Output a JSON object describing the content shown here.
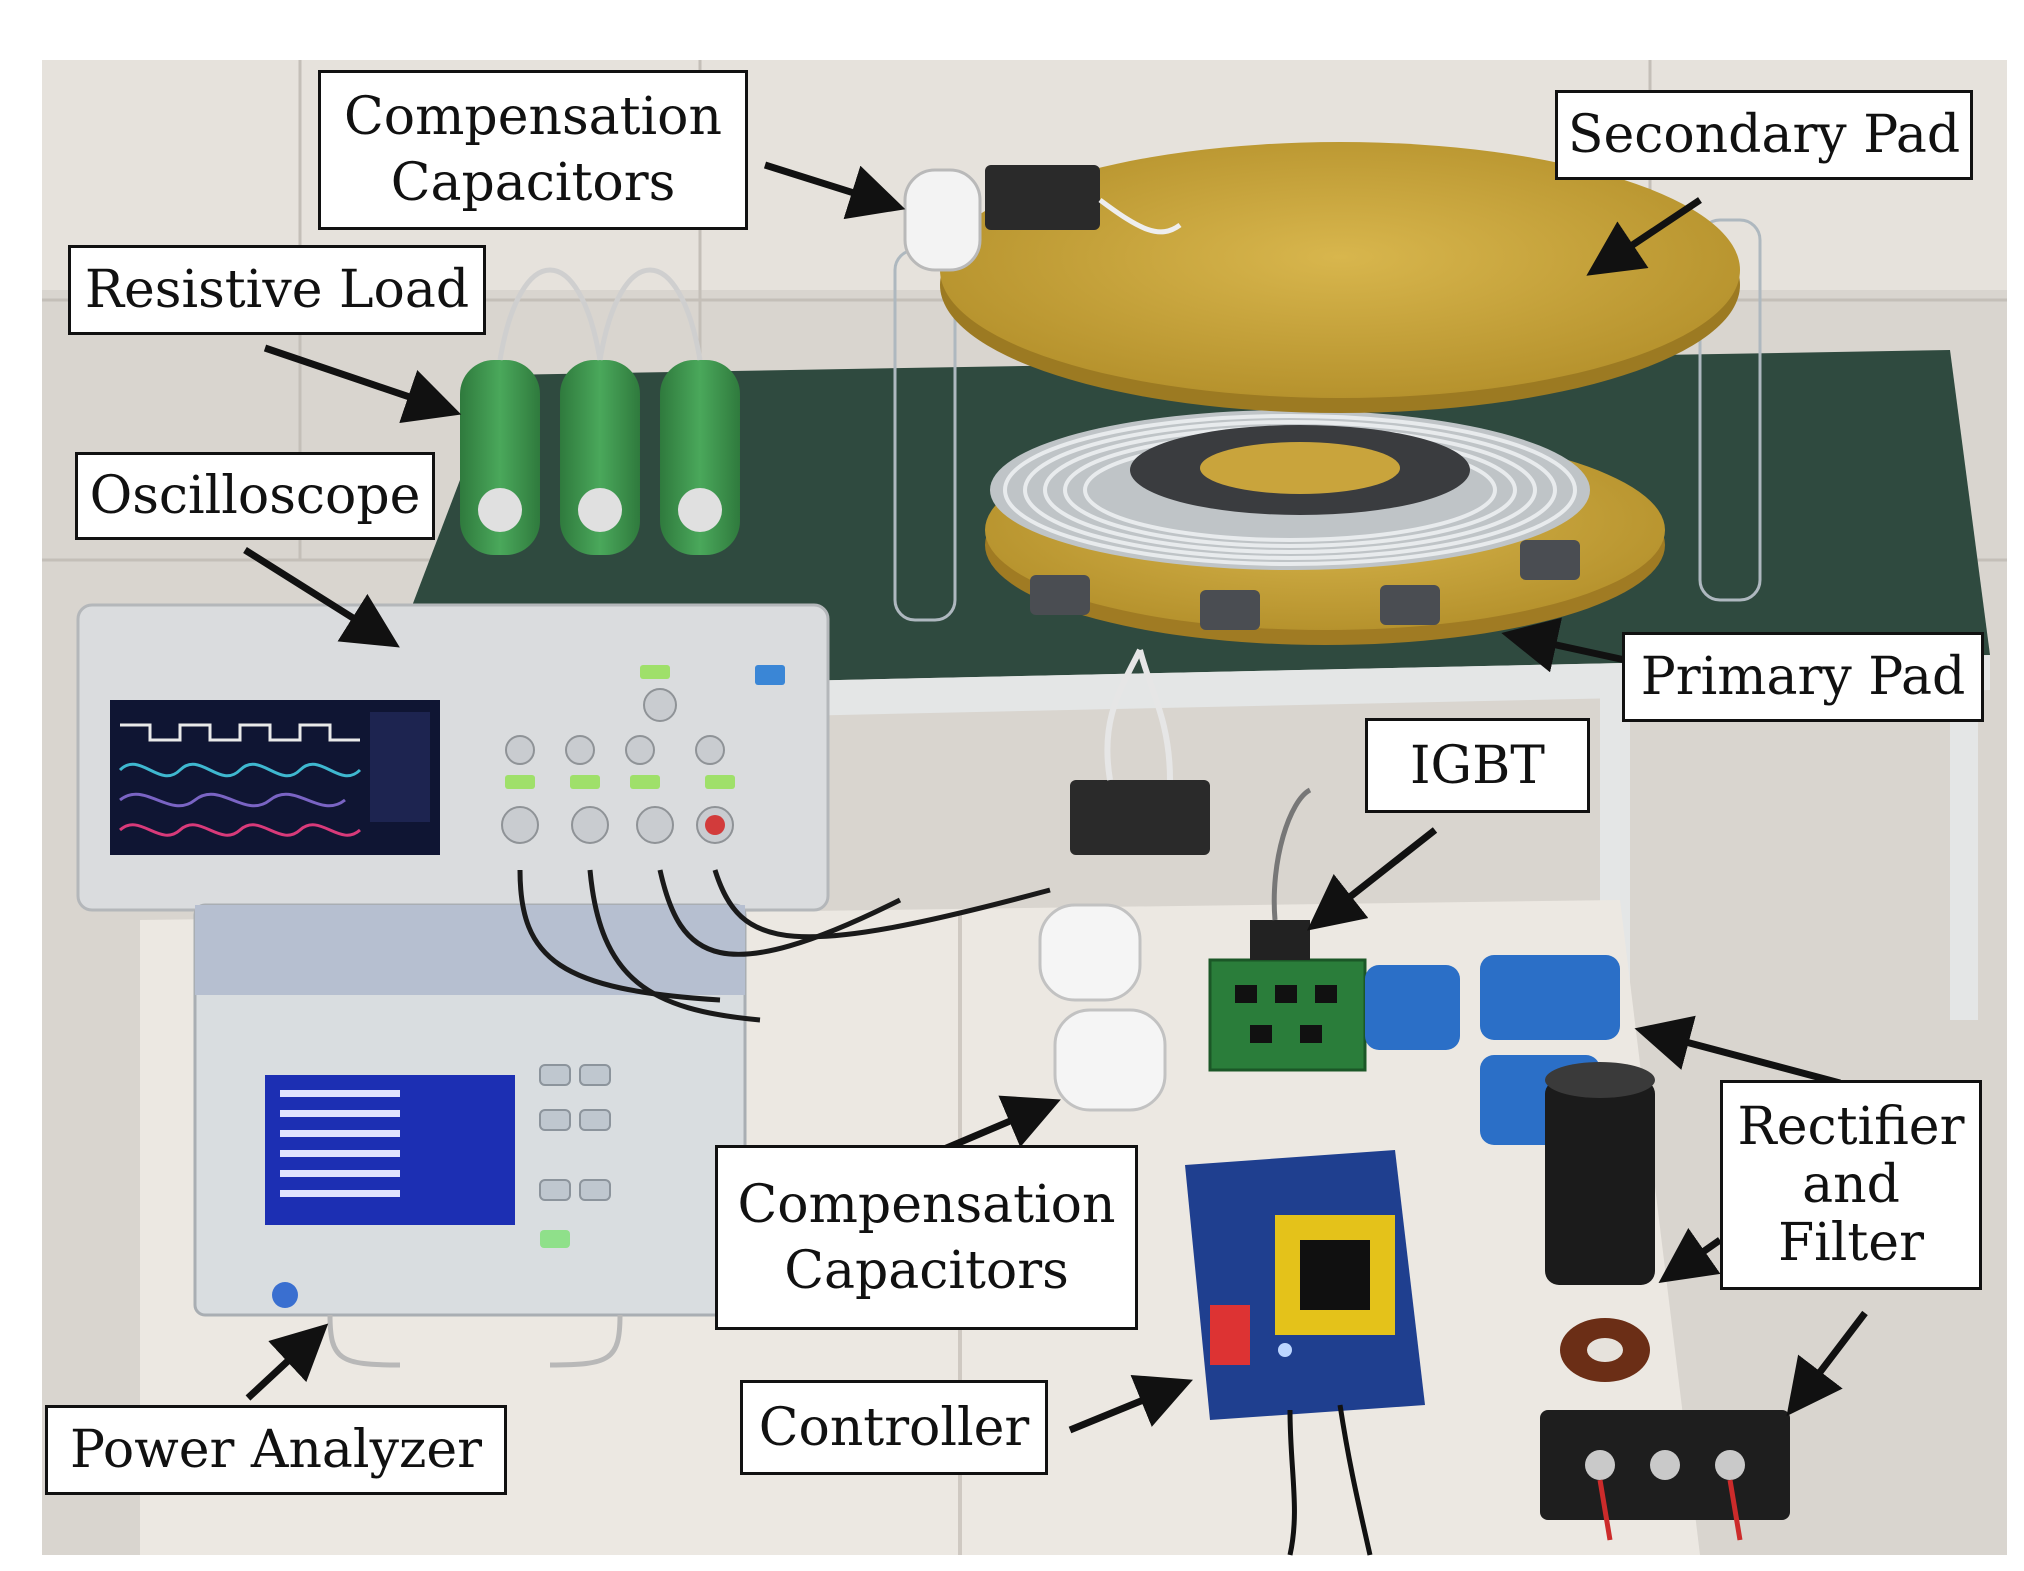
{
  "labels": {
    "comp_caps_top": [
      "Compensation",
      "Capacitors"
    ],
    "secondary_pad": "Secondary Pad",
    "resistive_load": "Resistive Load",
    "oscilloscope": "Oscilloscope",
    "primary_pad": "Primary Pad",
    "igbt": "IGBT",
    "rectifier": [
      "Rectifier",
      "and",
      "Filter"
    ],
    "comp_caps_bottom": [
      "Compensation",
      "Capacitors"
    ],
    "controller": "Controller",
    "power_analyzer": "Power Analyzer"
  },
  "colors": {
    "floor": "#d8d4cf",
    "table_top": "#2f4a3f",
    "pad_gold": "#c9a43c",
    "resistor_green": "#3f8f4e",
    "coil_silver": "#cfd3d6",
    "pcb_green": "#2a7d3a",
    "pcb_blue": "#1f3f8f",
    "clamp_blue": "#2b6fc7",
    "device_gray": "#dadcde"
  }
}
